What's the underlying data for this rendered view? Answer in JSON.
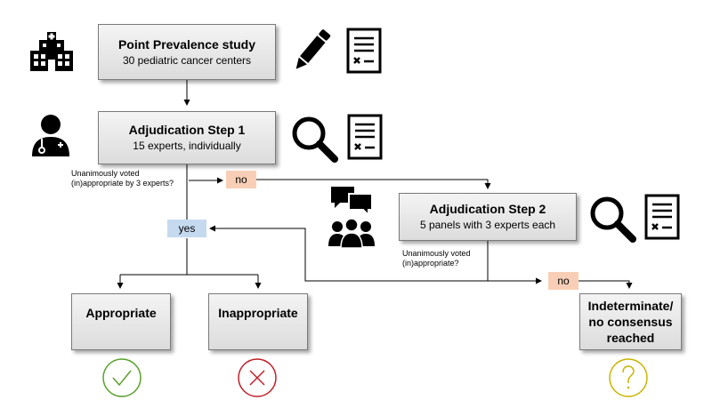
{
  "boxes": {
    "prevalence": {
      "title": "Point Prevalence study",
      "subtitle": "30 pediatric cancer centers"
    },
    "step1": {
      "title": "Adjudication Step 1",
      "subtitle": "15 experts, individually"
    },
    "step2": {
      "title": "Adjudication Step 2",
      "subtitle": "5 panels with 3 experts each"
    },
    "appropriate": {
      "title": "Appropriate"
    },
    "inappropriate": {
      "title": "Inappropriate"
    },
    "indeterminate": {
      "title": "Indeterminate/ no consensus reached"
    }
  },
  "questions": {
    "q1": "Unanimously voted (in)appropriate by 3 experts?",
    "q2": "Unanimously voted (in)appropriate?"
  },
  "tags": {
    "no1": "no",
    "yes": "yes",
    "no2": "no"
  },
  "colors": {
    "check": "#5aa02c",
    "cross": "#c0202a",
    "question": "#c8b400",
    "no_tag": "#f8cfb6",
    "yes_tag": "#c5d9ef"
  },
  "icons": [
    "hospital-icon",
    "pencil-icon",
    "document-icon",
    "doctor-icon",
    "magnifier-icon",
    "chat-bubbles-icon",
    "group-icon",
    "check-circle-icon",
    "cross-circle-icon",
    "question-circle-icon"
  ]
}
